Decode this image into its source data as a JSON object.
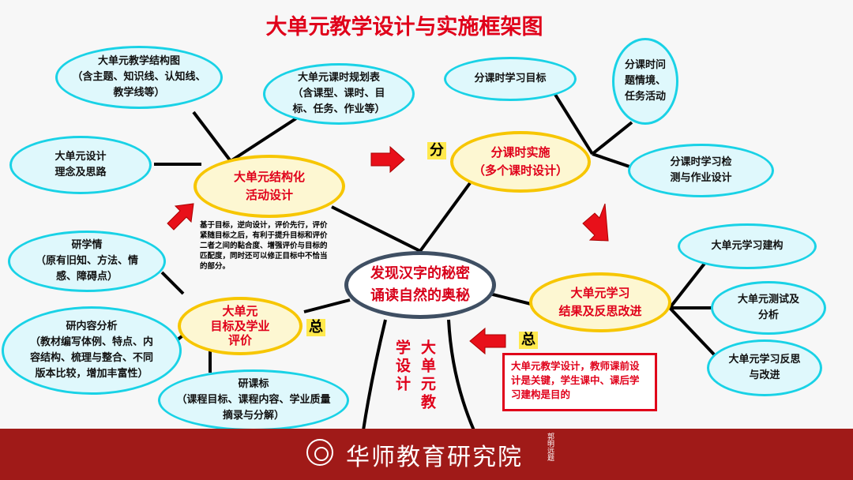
{
  "title": "大单元教学设计与实施框架图",
  "center": [
    "发现汉字的秘密",
    "诵读自然的奥秘"
  ],
  "nodes": {
    "structure_map": [
      "大单元教学结构图",
      "（含主题、知识线、认知线、",
      "教学线等）"
    ],
    "lesson_plan": [
      "大单元课时规划表",
      "（含课型、课时、目",
      "标、任务、作业等）"
    ],
    "concept": [
      "大单元设计",
      "理念及思路"
    ],
    "activity": [
      "大单元结构化",
      "活动设计"
    ],
    "lesson_goal": [
      "分课时学习目标"
    ],
    "lesson_task": [
      "分课时问",
      "题情境、",
      "任务活动"
    ],
    "lesson_impl": [
      "分课时实施",
      "（多个课时设计）"
    ],
    "lesson_test": [
      "分课时学习检",
      "测与作业设计"
    ],
    "unit_build": [
      "大单元学习建构"
    ],
    "unit_test": [
      "大单元测试及",
      "分析"
    ],
    "unit_reflect": [
      "大单元学习反思",
      "与改进"
    ],
    "unit_result": [
      "大单元学习",
      "结果及反思改进"
    ],
    "learner": [
      "研学情",
      "（原有旧知、方法、情",
      "感、障碍点）"
    ],
    "content": [
      "研内容分析",
      "（教材编写体例、特点、内",
      "容结构、梳理与整合、不同",
      "版本比较，增加丰富性）"
    ],
    "goal_eval": [
      "大单元",
      "目标及学业",
      "评价"
    ],
    "standard": [
      "研课标",
      "（课程目标、课程内容、学业质量",
      "摘录与分解）"
    ]
  },
  "note": "基于目标，逆向设计，评价先行，评价紧随目标之后，有利于提升目标和评价二者之间的黏合度、增强评价与目标的匹配度，同时还可以修正目标中不恰当的部分。",
  "tags": {
    "fen": "分",
    "zong1": "总",
    "zong2": "总"
  },
  "vertical": {
    "left": "学设计",
    "right": "大单元教"
  },
  "red_box": "大单元教学设计，教师课前设计是关键，学生课中、课后学习建构是目的",
  "footer": {
    "brand": "华师教育研究院",
    "seal": "郭明远题"
  },
  "colors": {
    "accent": "#e0001a",
    "footer": "#a01a18",
    "cyan": "#19d2e6",
    "gold": "#f7c600"
  }
}
